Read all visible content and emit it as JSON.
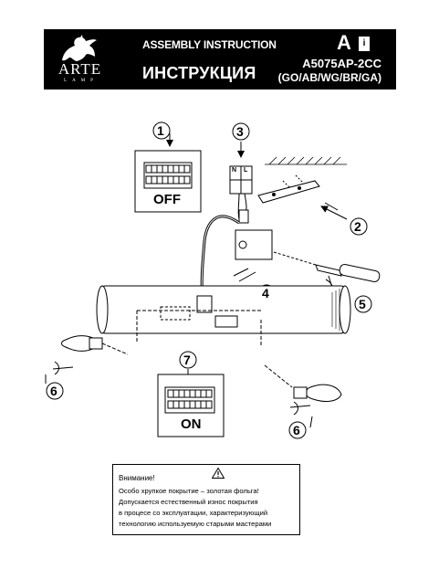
{
  "header": {
    "logo_text": "ARTE",
    "logo_sub": "LAMP",
    "title_en": "ASSEMBLY INSTRUCTION",
    "title_ru": "ИНСТРУКЦИЯ",
    "lang_letter": "A",
    "info_glyph": "i",
    "model": "A5075AP-2CC",
    "variants": "(GO/AB/WG/BR/GA)"
  },
  "steps": {
    "s1": "1",
    "s2": "2",
    "s3": "3",
    "s4": "4",
    "s5": "5",
    "s6a": "6",
    "s6b": "6",
    "s7": "7"
  },
  "switch": {
    "off_label": "OFF",
    "on_label": "ON"
  },
  "terminal": {
    "n_label": "N",
    "l_label": "L"
  },
  "warning": {
    "title": "Внимание!",
    "lines": [
      "Особо хрупкое покрытие – золотая фольга!",
      "Допускается естественный износ покрытия",
      "в процесе со эксплуатации, характеризующий",
      "технологию используемую старыми мастерами"
    ]
  },
  "colors": {
    "header_bg": "#000000",
    "line": "#000000",
    "background": "#ffffff"
  },
  "icons": {
    "logo": "griffin-logo-icon",
    "info": "info-book-icon",
    "warning": "warning-triangle-icon"
  }
}
